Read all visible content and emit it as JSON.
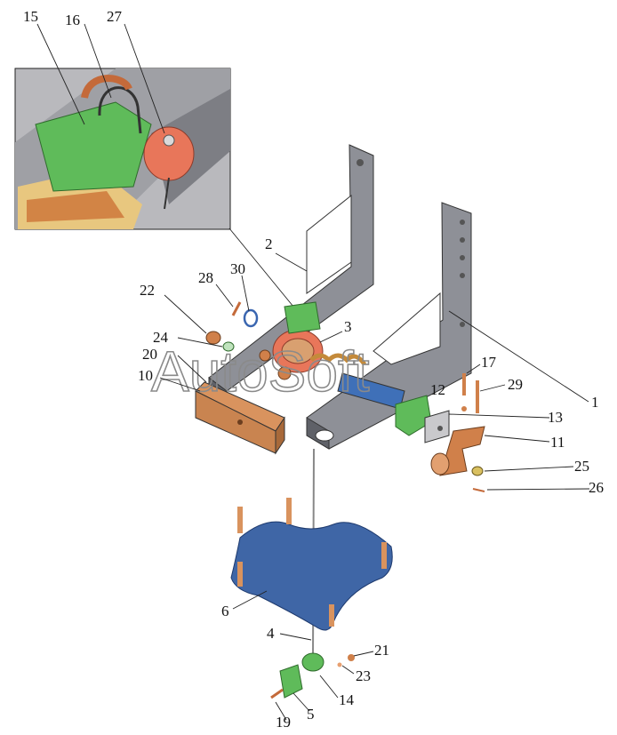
{
  "watermark": "AutoSoft",
  "callouts": [
    {
      "id": "c15",
      "label": "15"
    },
    {
      "id": "c16",
      "label": "16"
    },
    {
      "id": "c27",
      "label": "27"
    },
    {
      "id": "c2",
      "label": "2"
    },
    {
      "id": "c28",
      "label": "28"
    },
    {
      "id": "c30",
      "label": "30"
    },
    {
      "id": "c22",
      "label": "22"
    },
    {
      "id": "c3",
      "label": "3"
    },
    {
      "id": "c24",
      "label": "24"
    },
    {
      "id": "c20",
      "label": "20"
    },
    {
      "id": "c10",
      "label": "10"
    },
    {
      "id": "c17",
      "label": "17"
    },
    {
      "id": "c29",
      "label": "29"
    },
    {
      "id": "c12",
      "label": "12"
    },
    {
      "id": "c1",
      "label": "1"
    },
    {
      "id": "c13",
      "label": "13"
    },
    {
      "id": "c11",
      "label": "11"
    },
    {
      "id": "c25",
      "label": "25"
    },
    {
      "id": "c26",
      "label": "26"
    },
    {
      "id": "c6",
      "label": "6"
    },
    {
      "id": "c4",
      "label": "4"
    },
    {
      "id": "c21",
      "label": "21"
    },
    {
      "id": "c23",
      "label": "23"
    },
    {
      "id": "c14",
      "label": "14"
    },
    {
      "id": "c5",
      "label": "5"
    },
    {
      "id": "c19",
      "label": "19"
    }
  ],
  "colors": {
    "bracket": "#8e9097",
    "bracket_dark": "#5f6168",
    "green": "#5fb55a",
    "copper": "#d0804a",
    "orange": "#e87a50",
    "blue_plate": "#3f66a6",
    "blue_shaft": "#3f70b8",
    "tan": "#e2b87a",
    "strap": "#c98450"
  }
}
